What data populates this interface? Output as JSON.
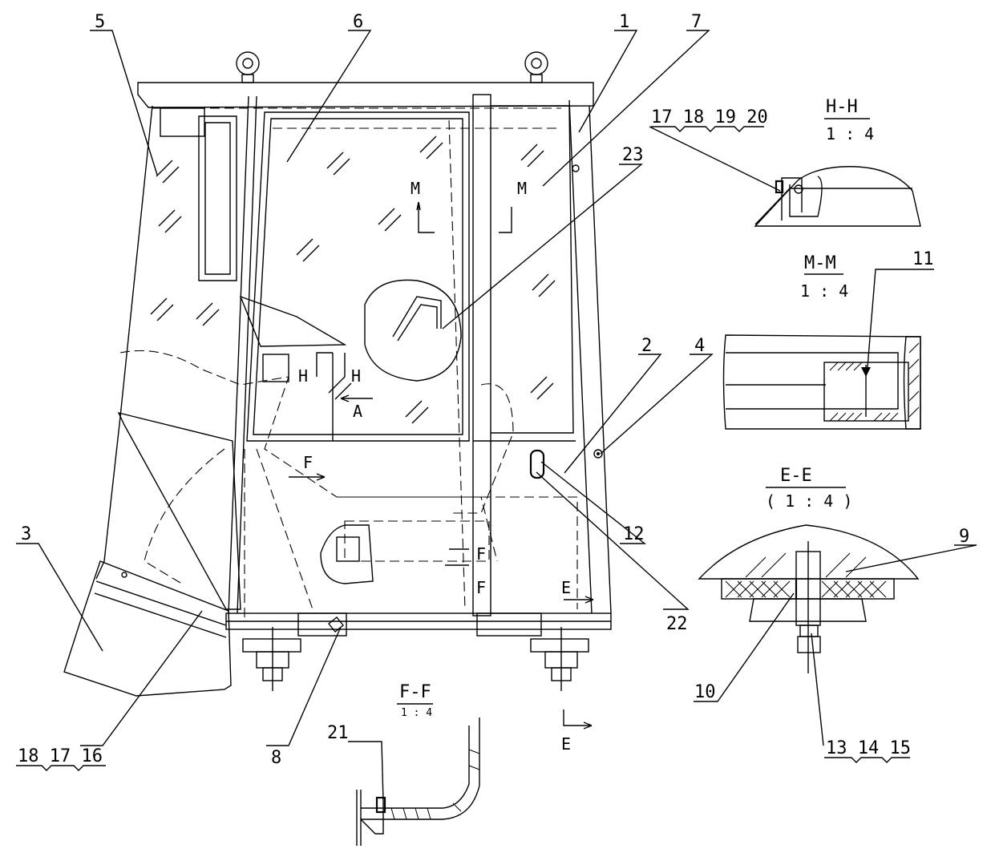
{
  "part_labels": {
    "p1": "1",
    "p2": "2",
    "p3": "3",
    "p4": "4",
    "p5": "5",
    "p6": "6",
    "p7": "7",
    "p8": "8",
    "p9": "9",
    "p10": "10",
    "p11": "11",
    "p12": "12",
    "p22": "22",
    "p23": "23"
  },
  "group_labels": {
    "g1": "17 18 19 20",
    "g2": "18 17 16",
    "g3": "13 14 15",
    "g4": "21"
  },
  "sections": {
    "hh_title": "H-H",
    "hh_scale": "1 : 4",
    "mm_title": "M-M",
    "mm_scale": "1 : 4",
    "ee_title": "E-E",
    "ee_scale": "( 1 : 4 )",
    "ff_title": "F-F",
    "ff_scale": "1 : 4"
  },
  "markers": {
    "m_left": "M",
    "m_right": "M",
    "h_left": "H",
    "h_right": "H",
    "a_view": "A",
    "f_top": "F",
    "f_mid": "F",
    "f_low": "F",
    "e_top": "E",
    "e_bottom": "E"
  }
}
